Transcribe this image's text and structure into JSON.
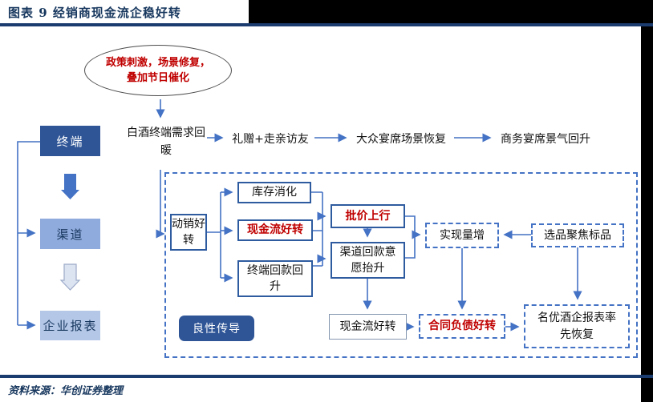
{
  "window": {
    "title": "图表 9  经销商现金流企稳好转",
    "source_note": "资料来源：华创证券整理"
  },
  "colors": {
    "navy_text": "#17375E",
    "rule_navy": "#1B3C6E",
    "connector_blue": "#4472C4",
    "box_border_blue": "#2E5B9F",
    "red_text": "#C00000",
    "terminal_fill": "#2F5597",
    "channel_fill": "#8FAADC",
    "report_fill": "#B4C7E7",
    "legend_fill": "#2F5597"
  },
  "diagram": {
    "trigger_ellipse": "政策刺激，场景修复，叠加节日催化",
    "left_chain": [
      "终端",
      "渠道",
      "企业报表"
    ],
    "top_flow": [
      "白酒终端需求回暖",
      "礼赠+走亲访友",
      "大众宴席场景恢复",
      "商务宴席景气回升"
    ],
    "boxes": {
      "sales_improve": "动销好转",
      "inventory_digest": "库存消化",
      "cashflow_improve": "现金流好转",
      "terminal_payment_recover": "终端回款回升",
      "wholesale_price_up": "批价上行",
      "channel_payment_willingness": "渠道回款意愿抬升",
      "volume_growth": "实现量增",
      "product_focus": "选品聚焦标品",
      "cashflow_improve_2": "现金流好转",
      "contract_liability_improve": "合同负债好转",
      "famous_firm_recovery": "名优酒企报表率先恢复",
      "legend_label": "良性传导"
    }
  }
}
